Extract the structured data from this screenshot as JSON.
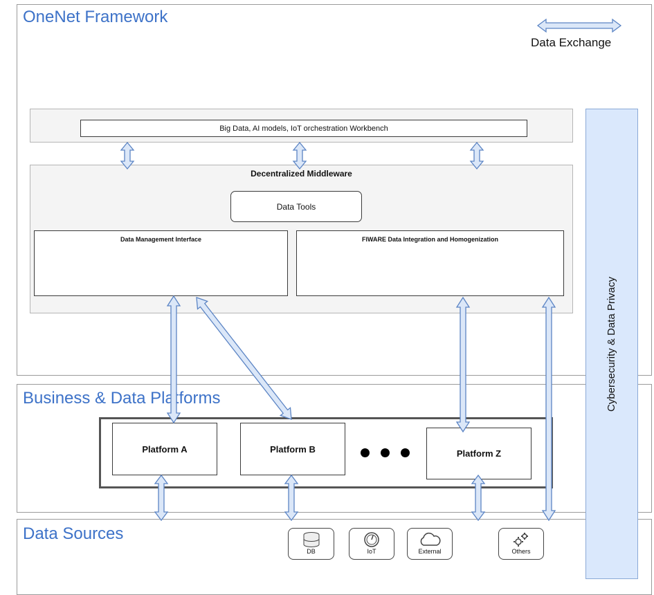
{
  "sections": {
    "framework": "OneNet Framework",
    "platforms": "Business & Data Platforms",
    "sources": "Data Sources"
  },
  "legend": {
    "label": "Data Exchange"
  },
  "workbench": "Big Data, AI models, IoT orchestration Workbench",
  "middleware": {
    "title": "Decentralized Middleware",
    "data_tools": "Data Tools",
    "dmi": "Data Management Interface",
    "fiware": "FIWARE Data Integration and Homogenization"
  },
  "security": "Cybersecurity & Data Privacy",
  "platforms": [
    "Platform A",
    "Platform B",
    "Platform Z"
  ],
  "sources": [
    {
      "label": "DB",
      "icon": "database-icon"
    },
    {
      "label": "IoT",
      "icon": "gauge-icon"
    },
    {
      "label": "External",
      "icon": "cloud-icon"
    },
    {
      "label": "Others",
      "icon": "gears-icon"
    }
  ],
  "colors": {
    "title": "#3d72c8",
    "arrow_fill": "#dbe7f8",
    "arrow_stroke": "#5b84c4",
    "security_fill": "#dae8fc"
  }
}
